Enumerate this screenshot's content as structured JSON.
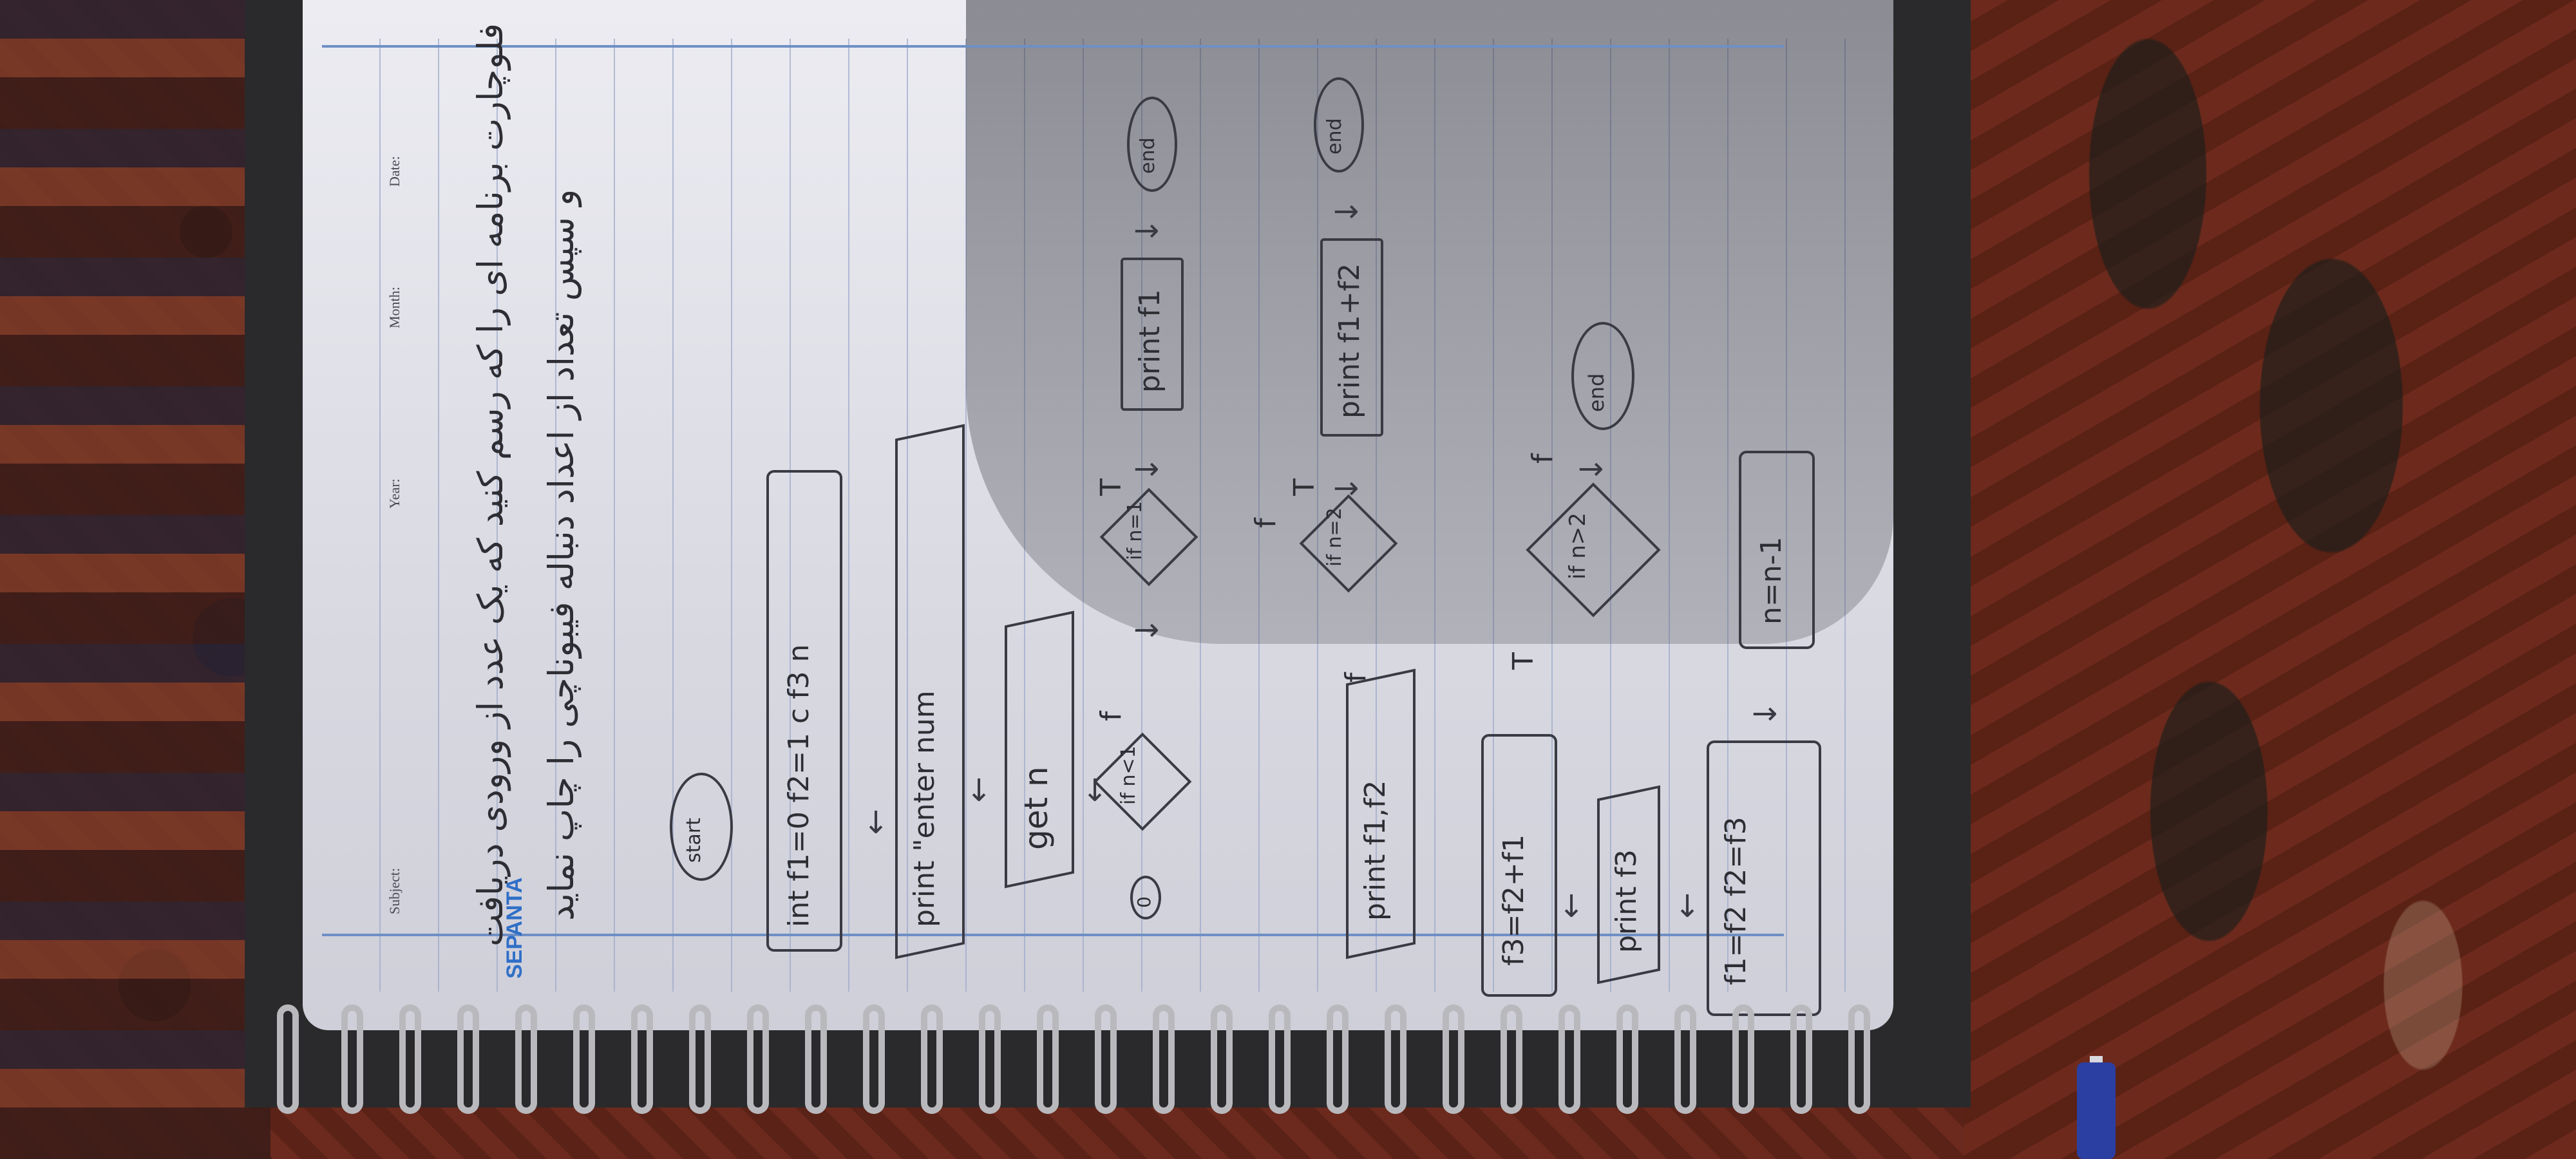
{
  "header": {
    "subject_label": "Subject:",
    "year_label": "Year:",
    "month_label": "Month:",
    "date_label": "Date:"
  },
  "problem": {
    "line1": "فلوچارت برنامه ای را که رسم کنید که یک عدد از ورودی دریافت",
    "line2": "و سپس تعداد از اعداد دنباله فیبوناچی را چاپ نماید"
  },
  "flowchart": {
    "start": "start",
    "init": "int f1=0 f2=1 c f3 n",
    "prompt": "print \"enter num",
    "input": "get n",
    "cond1": "if n<1",
    "cond2": "if n=1",
    "cond3": "if n=2",
    "cond4": "if n>2",
    "print1": "print f1",
    "print2": "print f1+f2",
    "print3": "print f1,f2",
    "assign1": "f3=f2+f1",
    "print4": "print f3",
    "assign2": "f1=f2 f2=f3",
    "decrement": "n=n-1",
    "end": "end",
    "true_label": "T",
    "false_label": "f",
    "zero": "0"
  },
  "brand": "SEPANTA"
}
